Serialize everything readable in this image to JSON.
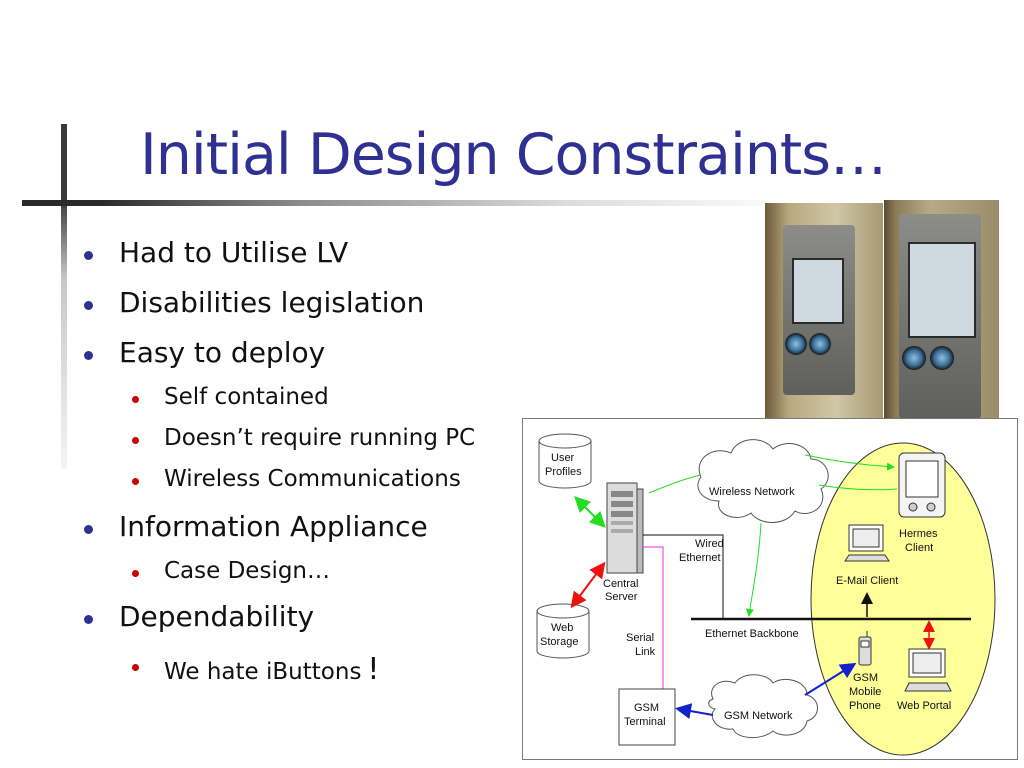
{
  "slide": {
    "title": "Initial Design Constraints…",
    "bullets": [
      {
        "level": 1,
        "text": "Had to Utilise LV"
      },
      {
        "level": 1,
        "text": "Disabilities legislation"
      },
      {
        "level": 1,
        "text": "Easy to deploy"
      },
      {
        "level": 2,
        "text": "Self contained"
      },
      {
        "level": 2,
        "text": "Doesn’t require running PC"
      },
      {
        "level": 2,
        "text": "Wireless Communications"
      },
      {
        "level": 1,
        "text": "Information Appliance"
      },
      {
        "level": 2,
        "text": "Case Design…"
      },
      {
        "level": 1,
        "text": "Dependability"
      },
      {
        "level": 2,
        "text": "We hate iButtons",
        "suffix": "!"
      }
    ]
  },
  "diagram": {
    "labels": {
      "user_profiles": [
        "User",
        "Profiles"
      ],
      "web_storage": [
        "Web",
        "Storage"
      ],
      "central_server": [
        "Central",
        "Server"
      ],
      "wireless_network": "Wireless Network",
      "wired_ethernet": [
        "Wired",
        "Ethernet"
      ],
      "ethernet_backbone": "Ethernet Backbone",
      "serial_link": [
        "Serial",
        "Link"
      ],
      "gsm_terminal": [
        "GSM",
        "Terminal"
      ],
      "gsm_network": "GSM Network",
      "hermes_client": [
        "Hermes",
        "Client"
      ],
      "email_client": "E-Mail Client",
      "gsm_phone": [
        "GSM",
        "Mobile",
        "Phone"
      ],
      "web_portal": "Web Portal"
    },
    "colors": {
      "zone_fill": "#ffff99",
      "title": "#2e3192",
      "l1_bullet": "#2e3192",
      "l2_bullet": "#cc0000",
      "green_link": "#22dd22",
      "red_link": "#ee1111",
      "blue_link": "#1122cc",
      "serial_link": "#dd33dd"
    }
  }
}
